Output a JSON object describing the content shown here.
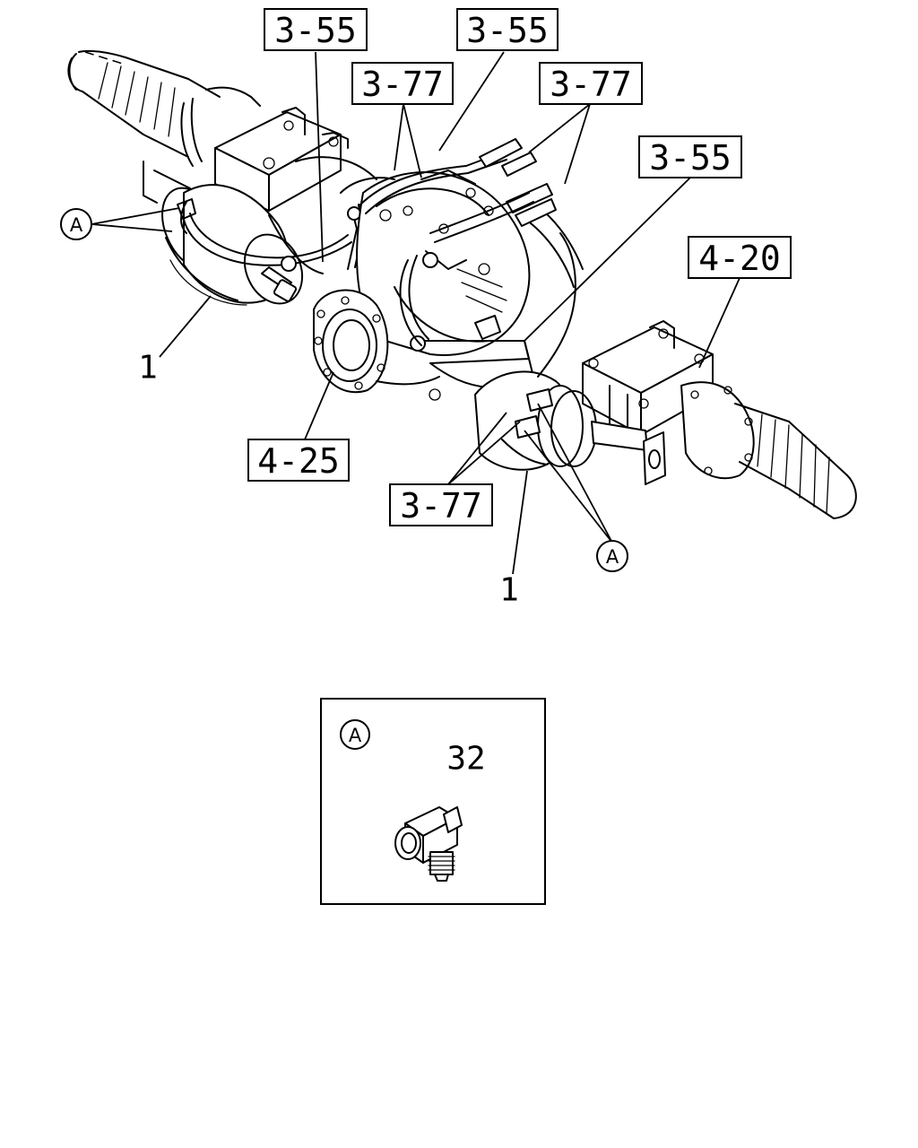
{
  "references": {
    "ref_3_55_left": "3-55",
    "ref_3_55_mid": "3-55",
    "ref_3_55_right": "3-55",
    "ref_3_77_left": "3-77",
    "ref_3_77_right": "3-77",
    "ref_3_77_bottom": "3-77",
    "ref_4_20": "4-20",
    "ref_4_25": "4-25"
  },
  "parts": {
    "chamber_left": "1",
    "chamber_right": "1",
    "detail_part": "32"
  },
  "markers": {
    "marker_a_left": "A",
    "marker_a_right": "A",
    "detail_marker": "A"
  }
}
